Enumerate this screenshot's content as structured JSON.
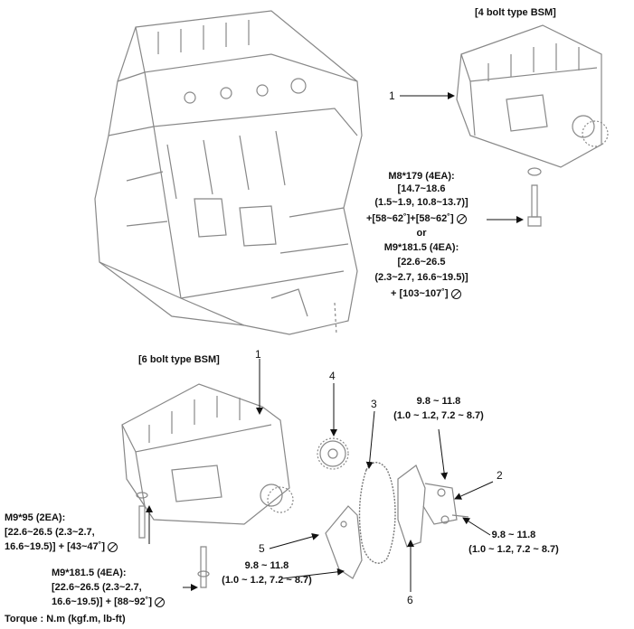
{
  "headers": {
    "bsm4": "[4 bolt type BSM]",
    "bsm6": "[6 bolt type BSM]"
  },
  "callouts": {
    "n1_top": "1",
    "n1_mid": "1",
    "n2": "2",
    "n3": "3",
    "n4": "4",
    "n5": "5",
    "n6": "6"
  },
  "spec_m8": {
    "l1": "M8*179 (4EA):",
    "l2": "[14.7~18.6",
    "l3": "(1.5~1.9, 10.8~13.7)]",
    "l4": "+[58~62˚]+[58~62˚]",
    "or": "or",
    "l5": "M9*181.5 (4EA):",
    "l6": "[22.6~26.5",
    "l7": "(2.3~2.7, 16.6~19.5)]",
    "l8": "+ [103~107˚]"
  },
  "spec_tensioner_top": {
    "l1": "9.8 ~ 11.8",
    "l2": "(1.0 ~ 1.2, 7.2 ~ 8.7)"
  },
  "spec_tensioner_right": {
    "l1": "9.8 ~ 11.8",
    "l2": "(1.0 ~ 1.2, 7.2 ~ 8.7)"
  },
  "spec_guide_bottom": {
    "l1": "9.8 ~ 11.8",
    "l2": "(1.0 ~ 1.2, 7.2 ~ 8.7)"
  },
  "spec_m9_95": {
    "l1": "M9*95 (2EA):",
    "l2": "[22.6~26.5 (2.3~2.7,",
    "l3": "16.6~19.5)] + [43~47˚]"
  },
  "spec_m9_181": {
    "l1": "M9*181.5 (4EA):",
    "l2": "[22.6~26.5 (2.3~2.7,",
    "l3": "16.6~19.5)] + [88~92˚]"
  },
  "footer": {
    "torque": "Torque : N.m (kgf.m, lb-ft)"
  },
  "icons": {
    "no_reuse": "no-reuse-symbol",
    "arrow": "leader-arrow"
  }
}
